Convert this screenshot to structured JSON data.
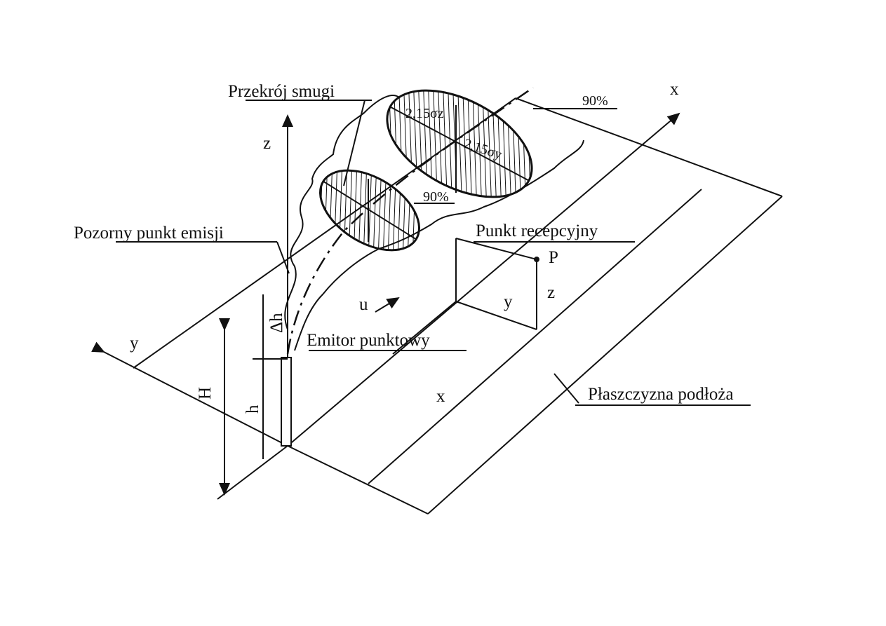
{
  "labels": {
    "plume_cross_section": "Przekrój smugi",
    "sigma_z": "2,15σz",
    "sigma_y": "2,15σy",
    "pct_large": "90%",
    "pct_small": "90%",
    "x_axis": "x",
    "z_axis": "z",
    "virtual_source": "Pozorny punkt emisji",
    "receptor_point": "Punkt recepcyjny",
    "point_p": "P",
    "receptor_z": "z",
    "receptor_y": "y",
    "wind_u": "u",
    "delta_h": "Δh",
    "point_emitter": "Emitor punktowy",
    "y_axis": "y",
    "height_H": "H",
    "height_h": "h",
    "ground_x": "x",
    "ground_plane": "Płaszczyzna podłoża"
  }
}
